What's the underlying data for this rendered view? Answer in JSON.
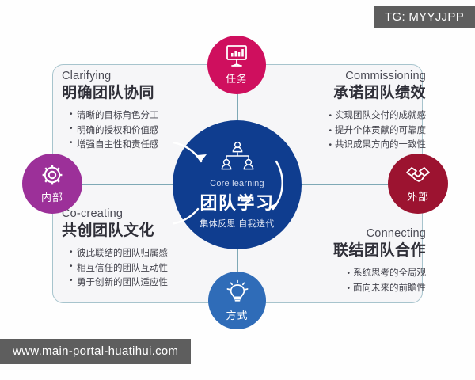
{
  "watermarks": {
    "top": "TG: MYYJJPP",
    "bottom": "www.main-portal-huatihui.com"
  },
  "core": {
    "english": "Core learning",
    "chinese": "团队学习",
    "subtitle": "集体反思 自我迭代",
    "icon": "org-chart-icon",
    "color": "#0f3d8f"
  },
  "nodes": [
    {
      "id": "top",
      "label": "任务",
      "icon": "presentation-chart-icon",
      "color": "#cf0f5e"
    },
    {
      "id": "left",
      "label": "内部",
      "icon": "gear-icon",
      "color": "#9c3099"
    },
    {
      "id": "right",
      "label": "外部",
      "icon": "handshake-icon",
      "color": "#9c1330"
    },
    {
      "id": "bottom",
      "label": "方式",
      "icon": "lightbulb-icon",
      "color": "#2f6cb8"
    }
  ],
  "quadrants": {
    "top_left": {
      "english": "Clarifying",
      "chinese": "明确团队协同",
      "bullets": [
        "清晰的目标角色分工",
        "明确的授权和价值感",
        "增强自主性和责任感"
      ]
    },
    "top_right": {
      "english": "Commissioning",
      "chinese": "承诺团队绩效",
      "bullets": [
        "实现团队交付的成就感",
        "提升个体贡献的可靠度",
        "共识成果方向的一致性"
      ]
    },
    "bottom_left": {
      "english": "Co-creating",
      "chinese": "共创团队文化",
      "bullets": [
        "彼此联结的团队归属感",
        "相互信任的团队互动性",
        "勇于创新的团队适应性"
      ]
    },
    "bottom_right": {
      "english": "Connecting",
      "chinese": "联结团队合作",
      "bullets": [
        "系统思考的全局观",
        "面向未来的前瞻性"
      ]
    }
  },
  "frame": {
    "border_color": "#a7c4cd",
    "fill_color": "#f6f6f8",
    "connector_color": "#7fa9b6"
  }
}
